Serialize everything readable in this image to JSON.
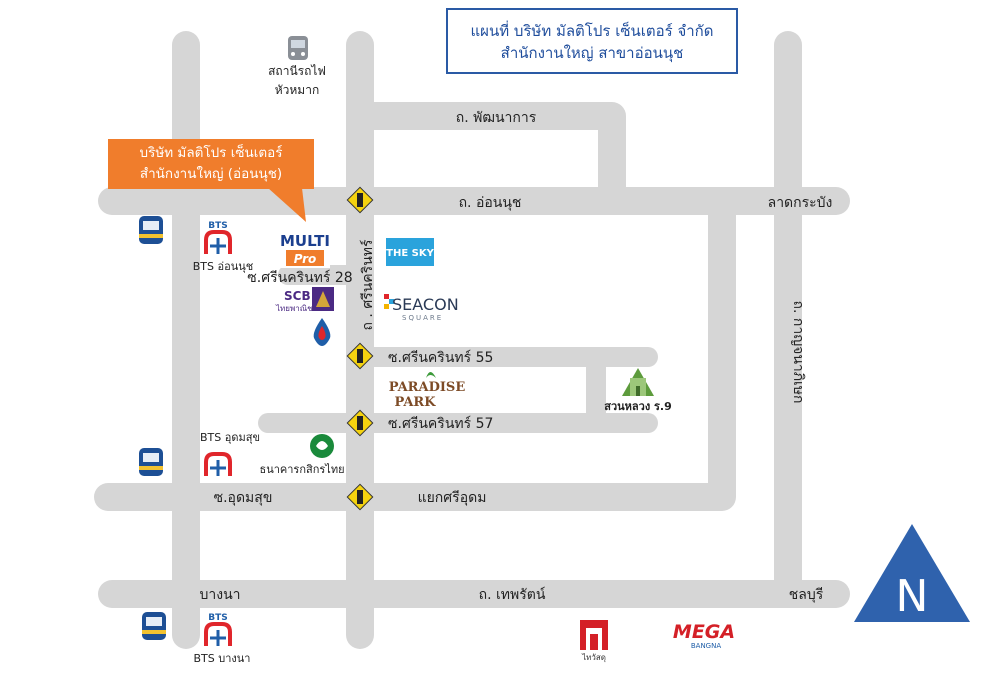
{
  "title": {
    "line1": "แผนที่ บริษัท มัลติโปร เซ็นเตอร์ จำกัด",
    "line2": "สำนักงานใหญ่ สาขาอ่อนนุช"
  },
  "callout": {
    "line1": "บริษัท มัลติโปร เซ็นเตอร์",
    "line2": "สำนักงานใหญ่ (อ่อนนุช)"
  },
  "roads": {
    "phatthanakan": "ถ. พัฒนาการ",
    "onnut": "ถ. อ่อนนุช",
    "lat_krabang": "ลาดกระบัง",
    "srinakarin": "ถ . ศรีนครินทร์",
    "srinakarin_28": "ซ.ศรีนครินทร์ 28",
    "srinakarin_55": "ซ.ศรีนครินทร์ 55",
    "srinakarin_57": "ซ.ศรีนครินทร์ 57",
    "udomsuk": "ซ.อุดมสุข",
    "yaek_sriudom": "แยกศรีอุดม",
    "bangna": "บางนา",
    "thepharat": "ถ. เทพรัตน์",
    "chonburi": "ชลบุรี",
    "kanchanaphisek": "ถ. กาญจนาภิเษก"
  },
  "places": {
    "station_line1": "สถานีรถไฟ",
    "station_line2": "หัวหมาก",
    "bts_onnut": "BTS อ่อนนุช",
    "bts_udomsuk": "BTS อุดมสุข",
    "bts_bangna": "BTS บางนา",
    "scb_name": "SCB",
    "scb_sub": "ไทยพาณิชย์",
    "kbank": "ธนาคารกสิกรไทย",
    "the_sky": "THE SKY",
    "seacon": "SEACON",
    "seacon_sub": "SQUARE",
    "paradise_1": "PARADISE",
    "paradise_2": "PARK",
    "suan_luang": "สวนหลวง ร.9",
    "multi_1": "MULTI",
    "multi_2": "Pro",
    "thai_watsadu": "ไทวัสดุ",
    "mega": "MEGA",
    "mega_sub": "BANGNA"
  },
  "compass": {
    "label": "N"
  },
  "colors": {
    "road": "#d6d6d6",
    "title_border": "#2a5aa5",
    "title_text": "#1f4d9c",
    "callout_bg": "#f07d2c",
    "compass": "#2f62ad",
    "bts_red": "#e0262b",
    "bts_blue": "#1f5ea8",
    "signal_yellow": "#f4d20f"
  }
}
